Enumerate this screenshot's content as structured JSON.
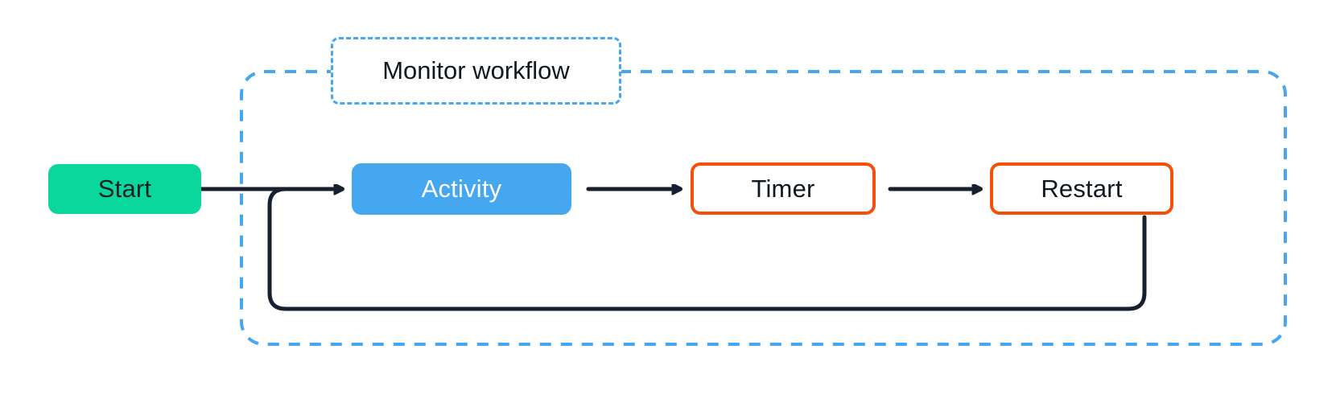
{
  "diagram": {
    "type": "flowchart",
    "title": "Monitor workflow",
    "group": {
      "label": "Monitor workflow",
      "border_style": "dashed",
      "border_color": "#45a7f0"
    },
    "nodes": [
      {
        "id": "start",
        "label": "Start",
        "shape": "rounded-rect",
        "fill": "#0ad79b",
        "text_color": "#141d2b",
        "border_color": "none"
      },
      {
        "id": "activity",
        "label": "Activity",
        "shape": "rounded-rect",
        "fill": "#45a7f0",
        "text_color": "#ffffff",
        "border_color": "none"
      },
      {
        "id": "timer",
        "label": "Timer",
        "shape": "rounded-rect",
        "fill": "#ffffff",
        "text_color": "#111820",
        "border_color": "#f5500b"
      },
      {
        "id": "restart",
        "label": "Restart",
        "shape": "rounded-rect",
        "fill": "#ffffff",
        "text_color": "#111820",
        "border_color": "#f5500b"
      }
    ],
    "edges": [
      {
        "from": "start",
        "to": "activity",
        "label": "",
        "arrow": true
      },
      {
        "from": "activity",
        "to": "timer",
        "label": "",
        "arrow": true
      },
      {
        "from": "timer",
        "to": "restart",
        "label": "",
        "arrow": true
      },
      {
        "from": "restart",
        "to": "activity",
        "label": "",
        "arrow": false,
        "routing": "loop-back-bottom"
      }
    ],
    "edge_color": "#16202e"
  }
}
